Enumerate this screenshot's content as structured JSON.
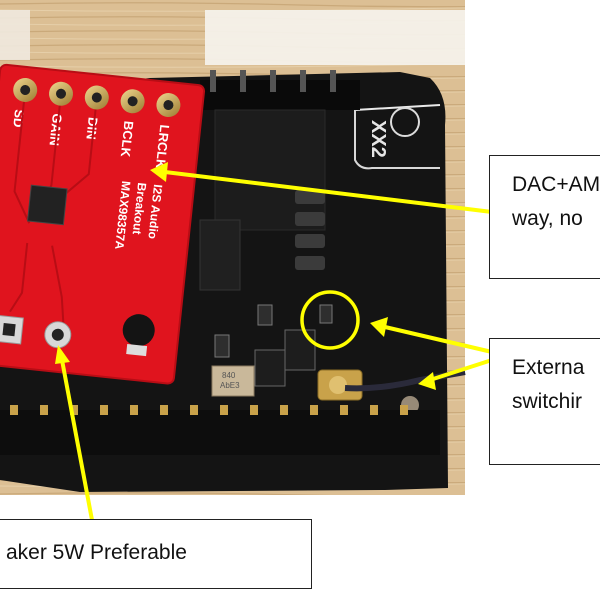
{
  "photo": {
    "breakout_pins": [
      "SD",
      "GAIN",
      "DIN",
      "BCLK",
      "LRCLK"
    ],
    "breakout_title": [
      "I2S Audio",
      "Breakout"
    ],
    "breakout_part": "MAX98357A",
    "board_label": "XX2",
    "component_marking": [
      "840",
      "AbE3"
    ]
  },
  "callouts": {
    "dac": [
      "DAC+AM",
      "way, no"
    ],
    "external": [
      "Externa",
      "switchir"
    ],
    "speaker": "aker 5W Preferable"
  },
  "colors": {
    "background": "#f4f1ec",
    "wood": "#d9b98e",
    "pcb_black": "#141414",
    "breakout_red": "#e0141e",
    "annotation_yellow": "#ffff00",
    "header_gold": "#c9a24a"
  }
}
